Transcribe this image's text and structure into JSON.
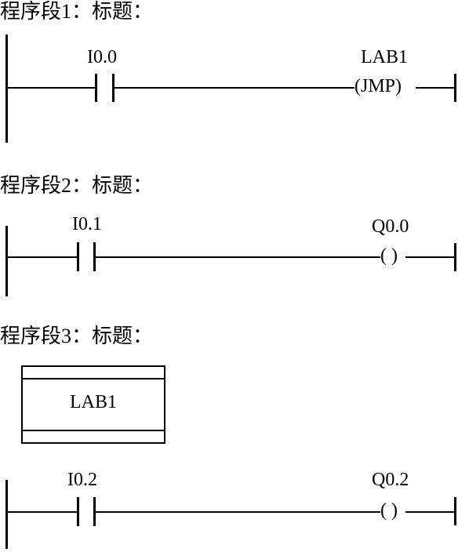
{
  "networks": [
    {
      "title": "程序段1：标题：",
      "contact": "I0.0",
      "output": "LAB1",
      "instruction": "(JMP)"
    },
    {
      "title": "程序段2：标题：",
      "contact": "I0.1",
      "output": "Q0.0",
      "coil": "( )"
    },
    {
      "title": "程序段3：标题：",
      "label_box": "LAB1",
      "contact": "I0.2",
      "output": "Q0.2",
      "coil": "( )"
    }
  ]
}
